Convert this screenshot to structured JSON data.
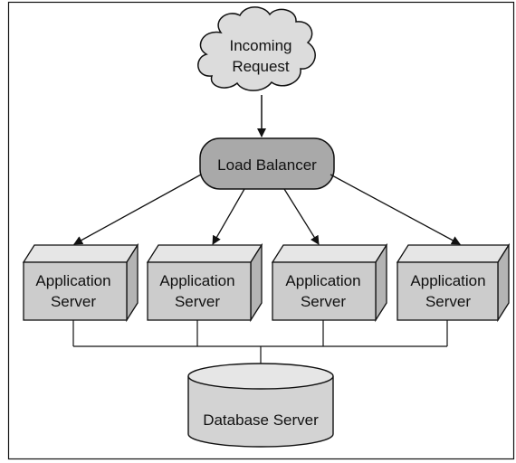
{
  "diagram": {
    "cloud": {
      "line1": "Incoming",
      "line2": "Request"
    },
    "load_balancer": {
      "label": "Load Balancer"
    },
    "servers": [
      {
        "line1": "Application",
        "line2": "Server"
      },
      {
        "line1": "Application",
        "line2": "Server"
      },
      {
        "line1": "Application",
        "line2": "Server"
      },
      {
        "line1": "Application",
        "line2": "Server"
      }
    ],
    "database": {
      "label": "Database Server"
    }
  },
  "colors": {
    "cloud_fill": "#dcdcdc",
    "balancer_fill": "#a9a9a9",
    "server_front": "#cccccc",
    "server_top": "#e6e6e6",
    "server_side": "#b4b4b4",
    "db_fill": "#d3d3d3",
    "db_top": "#e6e6e6",
    "stroke": "#111111"
  }
}
